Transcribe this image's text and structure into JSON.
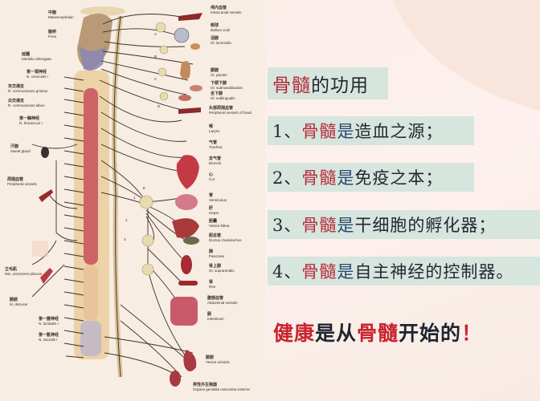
{
  "heading": {
    "part1": "骨髓",
    "part2": "的功用"
  },
  "items": [
    {
      "num": "1、",
      "subject": "骨髓",
      "verb": "是",
      "rest": "造血之源；"
    },
    {
      "num": "2、",
      "subject": "骨髓",
      "verb": "是",
      "rest": "免疫之本；"
    },
    {
      "num": "3、",
      "subject": "骨髓",
      "verb": "是",
      "rest": "干细胞的孵化器；"
    },
    {
      "num": "4、",
      "subject": "骨髓",
      "verb": "是",
      "rest": "自主神经的控制器。"
    }
  ],
  "slogan": {
    "p1": "健康",
    "p2": "是从",
    "p3": "骨髓",
    "p4": "开始的",
    "p5": "！"
  },
  "colors": {
    "highlight_bar": "#d6e5dd",
    "keyword_red": "#b82a3a",
    "text_dark": "#262630",
    "text_blue": "#2a4a70",
    "slogan_red": "#c8242e"
  },
  "diagram": {
    "left_labels": [
      {
        "cn": "中脑",
        "en": "Mesencephalon"
      },
      {
        "cn": "脑桥",
        "en": "Pons"
      },
      {
        "cn": "延髓",
        "en": "Medulla oblongata"
      },
      {
        "cn": "第一颈神经",
        "en": "N. cervicalis I"
      },
      {
        "cn": "灰交通支",
        "en": "R. communicans griseus"
      },
      {
        "cn": "白交通支",
        "en": "R. communicans albus"
      },
      {
        "cn": "第一胸神经",
        "en": "N. thoracicus I"
      },
      {
        "cn": "汗腺",
        "en": "Sweat gland"
      },
      {
        "cn": "周围血管",
        "en": "Peripheral vessels"
      },
      {
        "cn": "立毛肌",
        "en": "Mm. arrectores pilorum"
      },
      {
        "cn": "膀胱",
        "en": "M. detrusor"
      },
      {
        "cn": "第一腰神经",
        "en": "N. lumbalis I"
      },
      {
        "cn": "第一骶神经",
        "en": "N. sacralis I"
      }
    ],
    "right_labels": [
      {
        "cn": "颅内血管",
        "en": "Intracranial vessels"
      },
      {
        "cn": "眼球",
        "en": "Bulbus oculi"
      },
      {
        "cn": "泪腺",
        "en": "Gl. lacrimalis"
      },
      {
        "cn": "腮腺",
        "en": "Gl. parotis"
      },
      {
        "cn": "下颌下腺",
        "en": "Gl. submandibularis"
      },
      {
        "cn": "舌下腺",
        "en": "Gl. sublingualis"
      },
      {
        "cn": "头部周围血管",
        "en": "Peripheral vessels of head"
      },
      {
        "cn": "喉",
        "en": "Larynx"
      },
      {
        "cn": "气管",
        "en": "Trachea"
      },
      {
        "cn": "支气管",
        "en": "Bronchi"
      },
      {
        "cn": "心",
        "en": "Cor"
      },
      {
        "cn": "胃",
        "en": "Ventriculus"
      },
      {
        "cn": "肝",
        "en": "Hepar"
      },
      {
        "cn": "胆囊",
        "en": "Vesica fellea"
      },
      {
        "cn": "胆总管",
        "en": "Ductus choledochus"
      },
      {
        "cn": "胰",
        "en": "Pancreas"
      },
      {
        "cn": "肾上腺",
        "en": "Gl. suprarenalis"
      },
      {
        "cn": "肾",
        "en": "Ren"
      },
      {
        "cn": "腹部血管",
        "en": "Abdominal vessels"
      },
      {
        "cn": "肠",
        "en": "Intestinum"
      },
      {
        "cn": "膀胱",
        "en": "Vesica urinaria"
      },
      {
        "cn": "男性外生殖器",
        "en": "Organa genitalia masculina externa"
      }
    ],
    "ganglion_markers": [
      "A",
      "B",
      "C",
      "D",
      "E",
      "1",
      "2",
      "3"
    ]
  }
}
